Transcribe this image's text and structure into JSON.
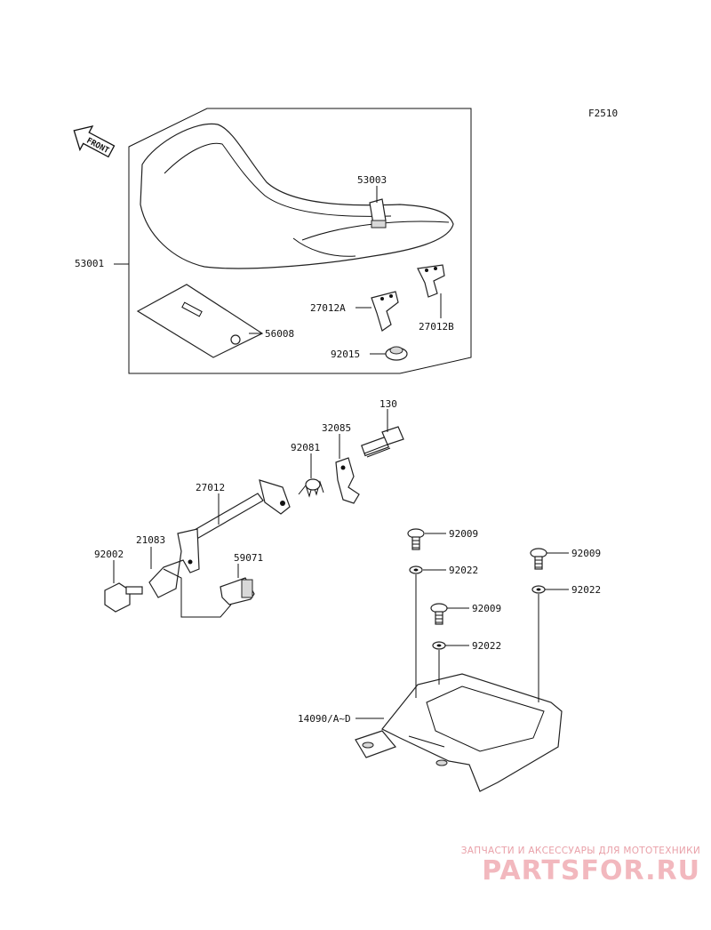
{
  "figure_code": "F2510",
  "front_marker": "FRONT",
  "parts": [
    {
      "key": "p53003",
      "label": "53003"
    },
    {
      "key": "p53001",
      "label": "53001"
    },
    {
      "key": "p27012a",
      "label": "27012A"
    },
    {
      "key": "p27012b",
      "label": "27012B"
    },
    {
      "key": "p56008",
      "label": "56008"
    },
    {
      "key": "p92015",
      "label": "92015"
    },
    {
      "key": "p130",
      "label": "130"
    },
    {
      "key": "p32085",
      "label": "32085"
    },
    {
      "key": "p92081",
      "label": "92081"
    },
    {
      "key": "p27012",
      "label": "27012"
    },
    {
      "key": "p21083",
      "label": "21083"
    },
    {
      "key": "p92002",
      "label": "92002"
    },
    {
      "key": "p59071",
      "label": "59071"
    },
    {
      "key": "p92009a",
      "label": "92009"
    },
    {
      "key": "p92022a",
      "label": "92022"
    },
    {
      "key": "p92009b",
      "label": "92009"
    },
    {
      "key": "p92022b",
      "label": "92022"
    },
    {
      "key": "p92009c",
      "label": "92009"
    },
    {
      "key": "p92022c",
      "label": "92022"
    },
    {
      "key": "p14090",
      "label": "14090/A~D"
    }
  ],
  "watermark": {
    "tagline": "ЗАПЧАСТИ И АКСЕССУАРЫ ДЛЯ МОТОТЕХНИКИ",
    "logo": "PARTSFOR.RU"
  }
}
